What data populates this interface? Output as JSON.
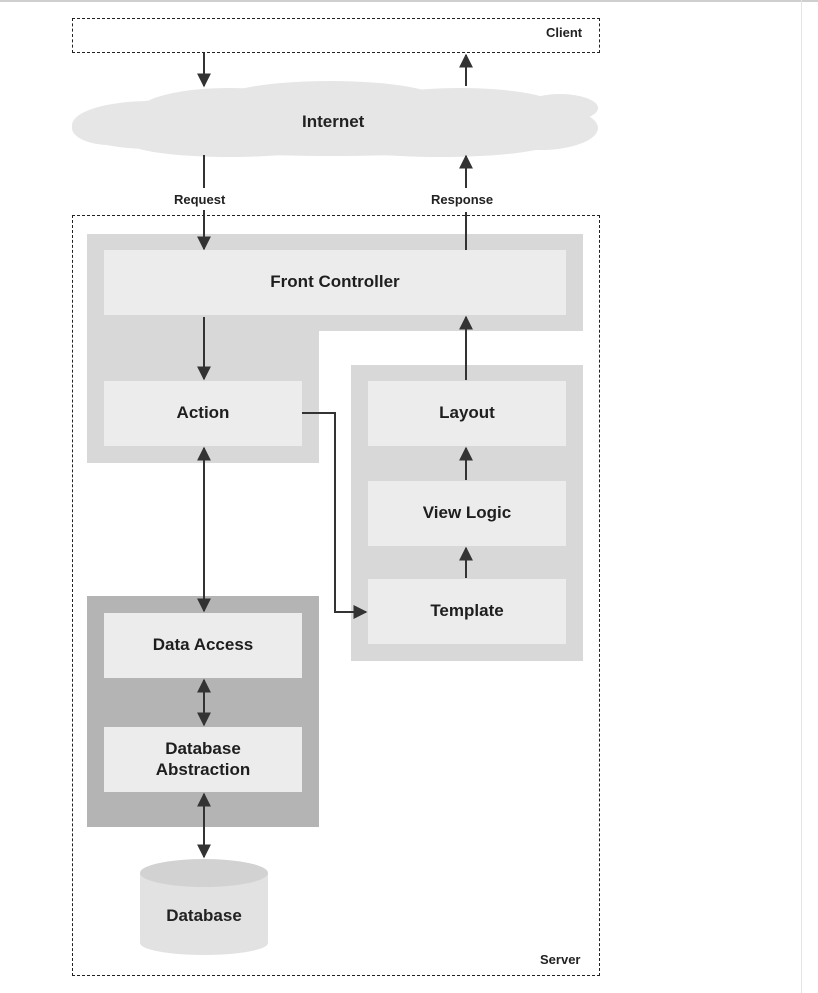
{
  "labels": {
    "client": "Client",
    "server": "Server",
    "internet": "Internet",
    "request": "Request",
    "response": "Response",
    "front_controller": "Front Controller",
    "action": "Action",
    "layout": "Layout",
    "view_logic": "View Logic",
    "template": "Template",
    "data_access": "Data Access",
    "database_abstraction_line1": "Database",
    "database_abstraction_line2": "Abstraction",
    "database": "Database"
  },
  "colors": {
    "panel_light": "#d8d8d8",
    "panel_dark": "#b4b4b4",
    "box": "#ececec",
    "arrow": "#333333"
  }
}
